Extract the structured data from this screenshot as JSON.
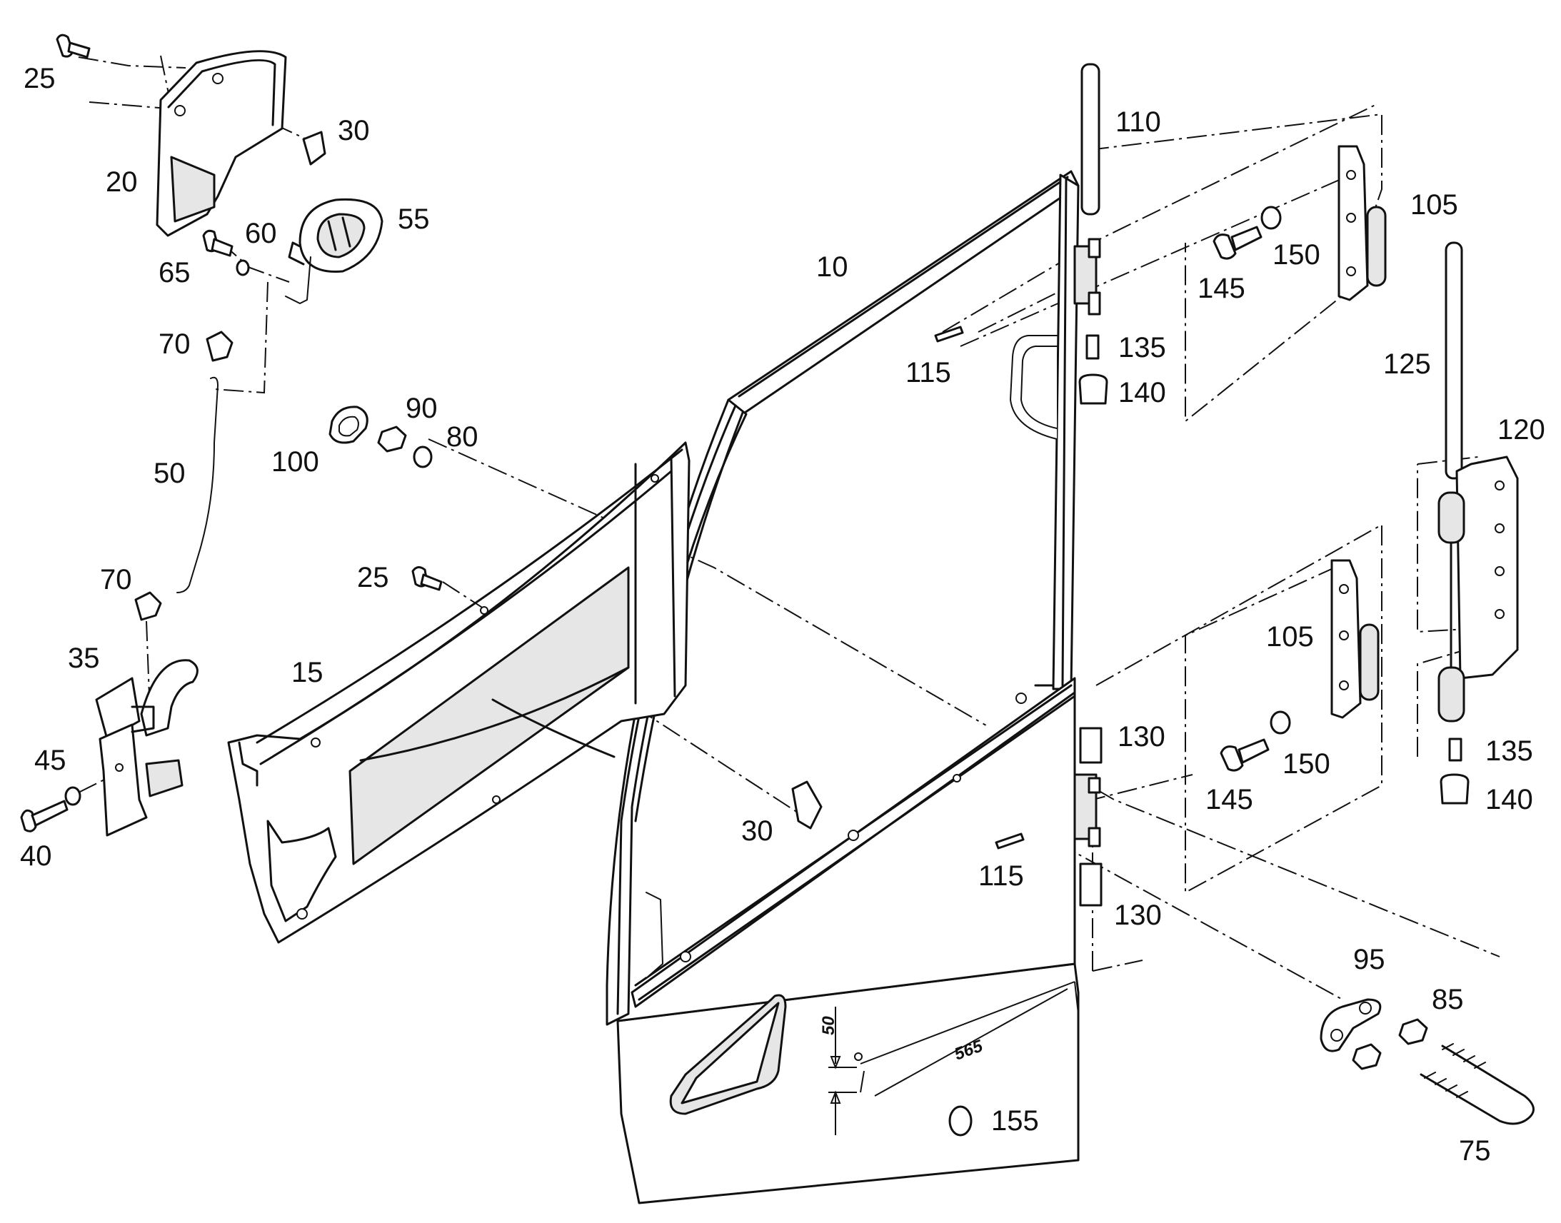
{
  "callouts": [
    {
      "id": "c25a",
      "label": "25"
    },
    {
      "id": "c30a",
      "label": "30"
    },
    {
      "id": "c20",
      "label": "20"
    },
    {
      "id": "c60",
      "label": "60"
    },
    {
      "id": "c55",
      "label": "55"
    },
    {
      "id": "c65",
      "label": "65"
    },
    {
      "id": "c70a",
      "label": "70"
    },
    {
      "id": "c50",
      "label": "50"
    },
    {
      "id": "c70b",
      "label": "70"
    },
    {
      "id": "c35",
      "label": "35"
    },
    {
      "id": "c45",
      "label": "45"
    },
    {
      "id": "c40",
      "label": "40"
    },
    {
      "id": "c90",
      "label": "90"
    },
    {
      "id": "c80",
      "label": "80"
    },
    {
      "id": "c100",
      "label": "100"
    },
    {
      "id": "c25b",
      "label": "25"
    },
    {
      "id": "c15",
      "label": "15"
    },
    {
      "id": "c30b",
      "label": "30"
    },
    {
      "id": "c10",
      "label": "10"
    },
    {
      "id": "c110",
      "label": "110"
    },
    {
      "id": "c115a",
      "label": "115"
    },
    {
      "id": "c135a",
      "label": "135"
    },
    {
      "id": "c140a",
      "label": "140"
    },
    {
      "id": "c145a",
      "label": "145"
    },
    {
      "id": "c150a",
      "label": "150"
    },
    {
      "id": "c105a",
      "label": "105"
    },
    {
      "id": "c125",
      "label": "125"
    },
    {
      "id": "c120",
      "label": "120"
    },
    {
      "id": "c105b",
      "label": "105"
    },
    {
      "id": "c130a",
      "label": "130"
    },
    {
      "id": "c145b",
      "label": "145"
    },
    {
      "id": "c150b",
      "label": "150"
    },
    {
      "id": "c135b",
      "label": "135"
    },
    {
      "id": "c140b",
      "label": "140"
    },
    {
      "id": "c115b",
      "label": "115"
    },
    {
      "id": "c130b",
      "label": "130"
    },
    {
      "id": "c95",
      "label": "95"
    },
    {
      "id": "c85",
      "label": "85"
    },
    {
      "id": "c155",
      "label": "155"
    },
    {
      "id": "c75",
      "label": "75"
    }
  ],
  "dimensions": {
    "height_label": "50",
    "width_label": "565"
  }
}
